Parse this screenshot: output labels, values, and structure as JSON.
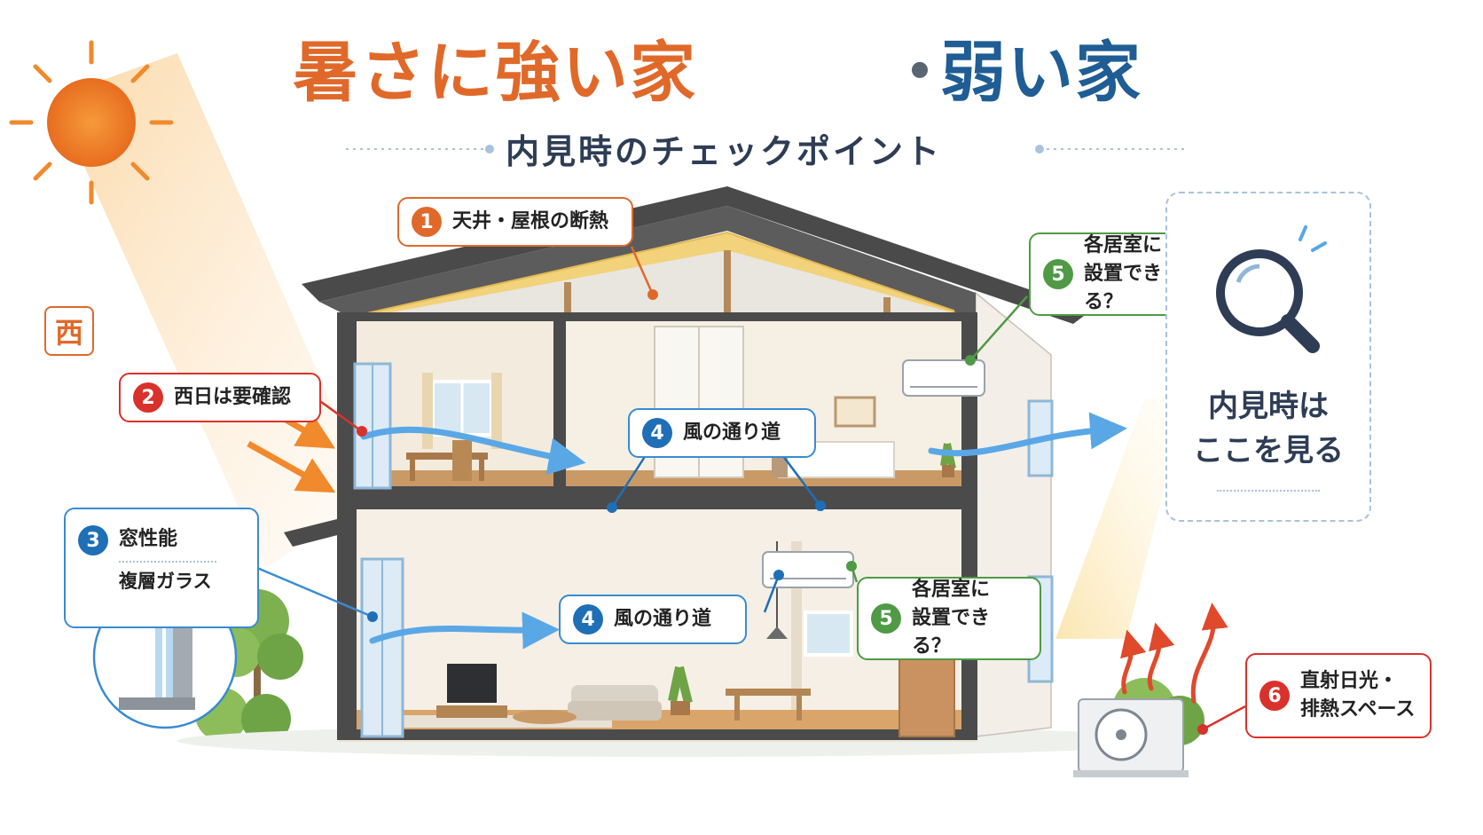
{
  "title": {
    "part1": "暑さに強い家",
    "separator": "・",
    "part2": "弱い家",
    "subtitle": "内見時のチェックポイント"
  },
  "west_label": "西",
  "callouts": [
    {
      "number": "1",
      "line1": "天井・屋根の断熱",
      "line2": ""
    },
    {
      "number": "2",
      "line1": "西日は要確認",
      "line2": ""
    },
    {
      "number": "3",
      "line1": "窓性能",
      "line2": "複層ガラス"
    },
    {
      "number": "4",
      "line1": "風の通り道",
      "line2": ""
    },
    {
      "number": "4",
      "line1": "風の通り道",
      "line2": ""
    },
    {
      "number": "5",
      "line1": "各居室に",
      "line2": "設置できる？"
    },
    {
      "number": "5",
      "line1": "各居室に",
      "line2": "設置できる？"
    },
    {
      "number": "6",
      "line1": "直射日光・",
      "line2": "排熱スペース"
    }
  ],
  "check_panel": {
    "icon": "magnifier-icon",
    "line1": "内見時は",
    "line2": "ここを見る"
  },
  "colors": {
    "orange": "#e0692a",
    "red": "#d9312b",
    "blue": "#1f6fb7",
    "green": "#4f9a45",
    "navy": "#1f5d94",
    "wind": "#5aa7e6"
  }
}
